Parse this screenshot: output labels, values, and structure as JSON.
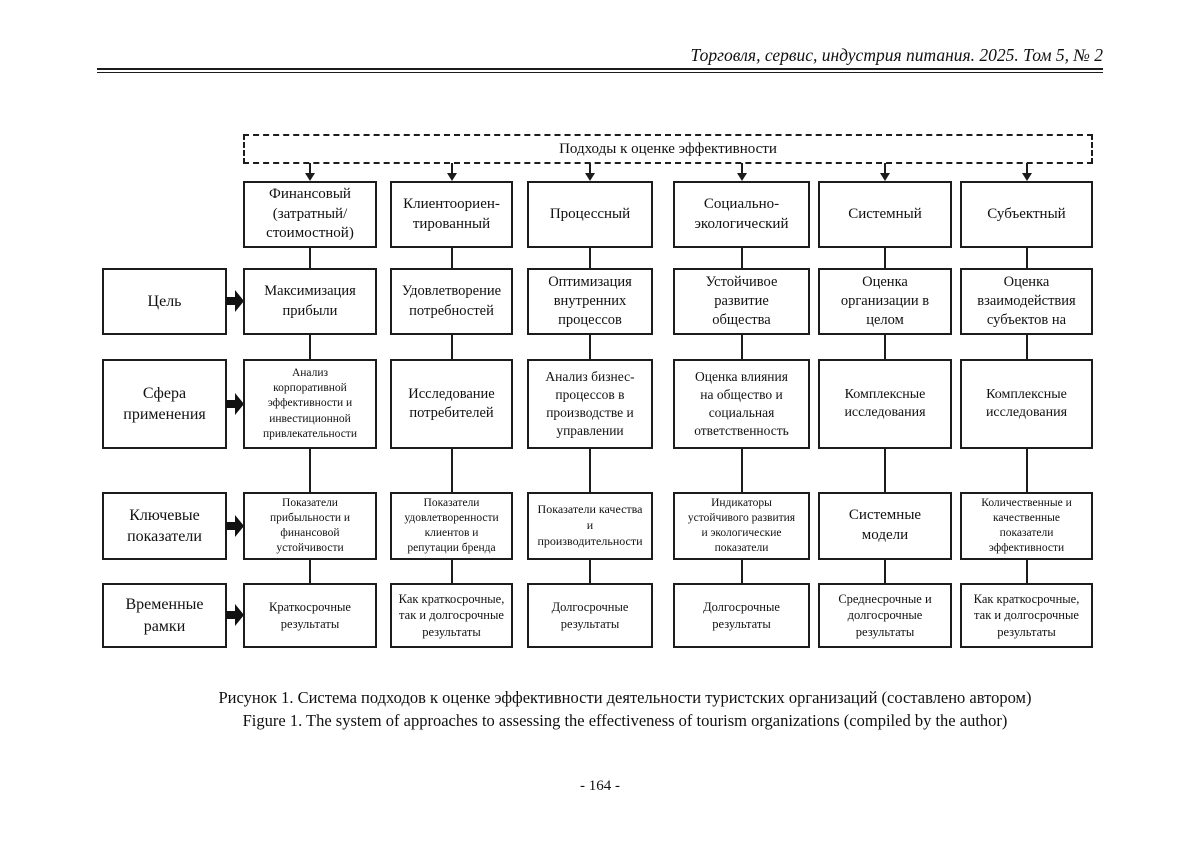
{
  "page": {
    "journal_header": "Торговля, сервис, индустрия питания. 2025. Том 5, № 2",
    "page_number": "- 164 -"
  },
  "figure": {
    "root_label": "Подходы к оценке эффективности",
    "row_labels": [
      "Цель",
      "Сфера\nприменения",
      "Ключевые\nпоказатели",
      "Временные\nрамки"
    ],
    "columns": [
      {
        "header": "Финансовый\n(затратный/\nстоимостной)",
        "goal": "Максимизация\nприбыли",
        "scope": "Анализ\nкорпоративной\nэффективности и\nинвестиционной\nпривлекательности",
        "indicators": "Показатели\nприбыльности и\nфинансовой\nустойчивости",
        "timeframe": "Краткосрочные\nрезультаты"
      },
      {
        "header": "Клиентоориен-\nтированный",
        "goal": "Удовлетворение\nпотребностей",
        "scope": "Исследование\nпотребителей",
        "indicators": "Показатели\nудовлетворенности\nклиентов и\nрепутации бренда",
        "timeframe": "Как краткосрочные,\nтак и долгосрочные\nрезультаты"
      },
      {
        "header": "Процессный",
        "goal": "Оптимизация\nвнутренних\nпроцессов",
        "scope": "Анализ бизнес-\nпроцессов в\nпроизводстве и\nуправлении",
        "indicators": "Показатели качества\nи\nпроизводительности",
        "timeframe": "Долгосрочные\nрезультаты"
      },
      {
        "header": "Социально-\nэкологический",
        "goal": "Устойчивое\nразвитие\nобщества",
        "scope": "Оценка влияния\nна общество и\nсоциальная\nответственность",
        "indicators": "Индикаторы\nустойчивого развития\nи экологические\nпоказатели",
        "timeframe": "Долгосрочные\nрезультаты"
      },
      {
        "header": "Системный",
        "goal": "Оценка\nорганизации в\nцелом",
        "scope": "Комплексные\nисследования",
        "indicators": "Системные\nмодели",
        "timeframe": "Среднесрочные и\nдолгосрочные\nрезультаты"
      },
      {
        "header": "Субъектный",
        "goal": "Оценка\nвзаимодействия\nсубъектов на",
        "scope": "Комплексные\nисследования",
        "indicators": "Количественные и\nкачественные\nпоказатели\nэффективности",
        "timeframe": "Как краткосрочные,\nтак и долгосрочные\nрезультаты"
      }
    ]
  },
  "caption": {
    "ru": "Рисунок 1. Система подходов к оценке эффективности деятельности туристских организаций (составлено автором)",
    "en": "Figure 1. The system of approaches to assessing the effectiveness of tourism organizations (compiled by the author)"
  },
  "colors": {
    "ink": "#1c1c1c",
    "background": "#ffffff"
  }
}
